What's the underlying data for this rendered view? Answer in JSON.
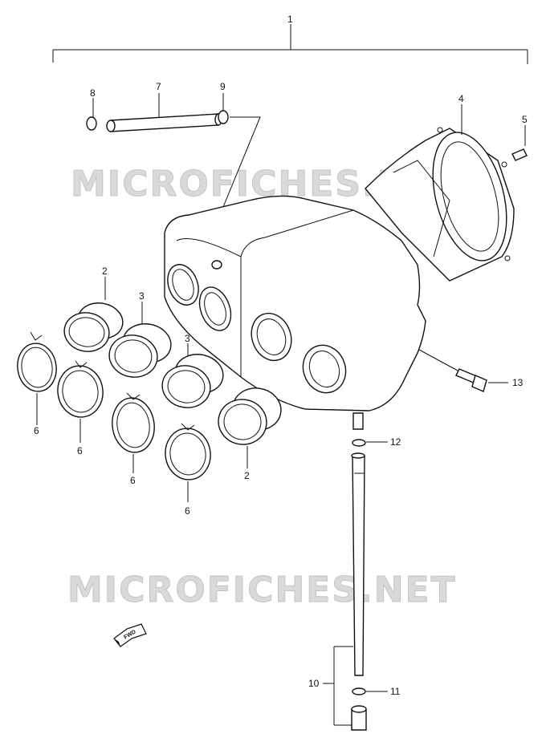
{
  "watermark": "MICROFICHES.NET",
  "fwd_label": "FWD",
  "labels": {
    "p1": "1",
    "p2a": "2",
    "p2b": "2",
    "p3a": "3",
    "p3b": "3",
    "p4": "4",
    "p5": "5",
    "p6a": "6",
    "p6b": "6",
    "p6c": "6",
    "p6d": "6",
    "p7": "7",
    "p8": "8",
    "p9": "9",
    "p10": "10",
    "p11": "11",
    "p12": "12",
    "p13": "13"
  }
}
